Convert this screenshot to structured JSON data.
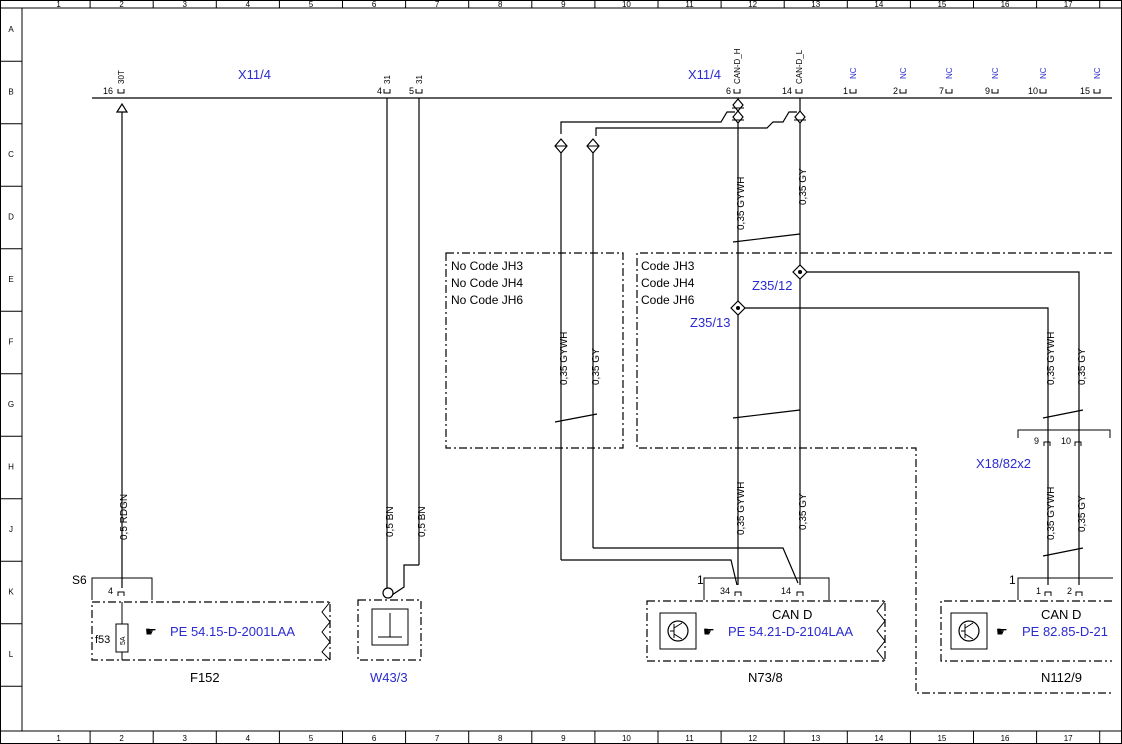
{
  "grid": {
    "cols": [
      "1",
      "2",
      "3",
      "4",
      "5",
      "6",
      "7",
      "8",
      "9",
      "10",
      "11",
      "12",
      "13",
      "14",
      "15",
      "16",
      "17"
    ],
    "rows": [
      "A",
      "B",
      "C",
      "D",
      "E",
      "F",
      "G",
      "H",
      "J",
      "K",
      "L"
    ]
  },
  "connector_top_left": "X11/4",
  "connector_top_right": "X11/4",
  "top_pins": {
    "p16": {
      "num": "16",
      "label": "30T"
    },
    "p4": {
      "num": "4",
      "label": "31"
    },
    "p5": {
      "num": "5",
      "label": "31"
    },
    "p6": {
      "num": "6",
      "label": "CAN-D_H"
    },
    "p14": {
      "num": "14",
      "label": "CAN-D_L"
    },
    "nc": [
      {
        "num": "1",
        "label": "NC"
      },
      {
        "num": "2",
        "label": "NC"
      },
      {
        "num": "7",
        "label": "NC"
      },
      {
        "num": "9",
        "label": "NC"
      },
      {
        "num": "10",
        "label": "NC"
      },
      {
        "num": "15",
        "label": "NC"
      }
    ]
  },
  "wires": {
    "rdgn": "0,5 RDGN",
    "bn1": "0,5 BN",
    "bn2": "0,5 BN",
    "gywh_c": "0,35 GYWH",
    "gy_c": "0,35 GY",
    "gywh_f1": "0,35 GYWH",
    "gy_f1": "0,35 GY",
    "gywh_f2": "0,35 GYWH",
    "gy_f2": "0,35 GY",
    "gywh_h": "0,35 GYWH",
    "gy_h": "0,35 GY",
    "gywh_h2": "0,35 GYWH",
    "gy_h2": "0,35 GY"
  },
  "box_nocode": [
    "No Code JH3",
    "No Code JH4",
    "No Code JH6"
  ],
  "box_code": [
    "Code JH3",
    "Code JH4",
    "Code JH6"
  ],
  "splices": {
    "z12": "Z35/12",
    "z13": "Z35/13"
  },
  "x18": {
    "label": "X18/82x2",
    "pin_a": "9",
    "pin_b": "10"
  },
  "f152": {
    "name": "F152",
    "s6": "S6",
    "pin": "4",
    "fuse": "f53",
    "fuse_rating": "5A",
    "ref": "PE 54.15-D-2001LAA"
  },
  "w43": {
    "name": "W43/3"
  },
  "n73": {
    "name": "N73/8",
    "conn": "1",
    "pin_a": "34",
    "pin_b": "14",
    "title": "CAN D",
    "ref": "PE 54.21-D-2104LAA"
  },
  "n112": {
    "name": "N112/9",
    "conn": "1",
    "pin_a": "1",
    "pin_b": "2",
    "title": "CAN D",
    "ref": "PE 82.85-D-21"
  }
}
